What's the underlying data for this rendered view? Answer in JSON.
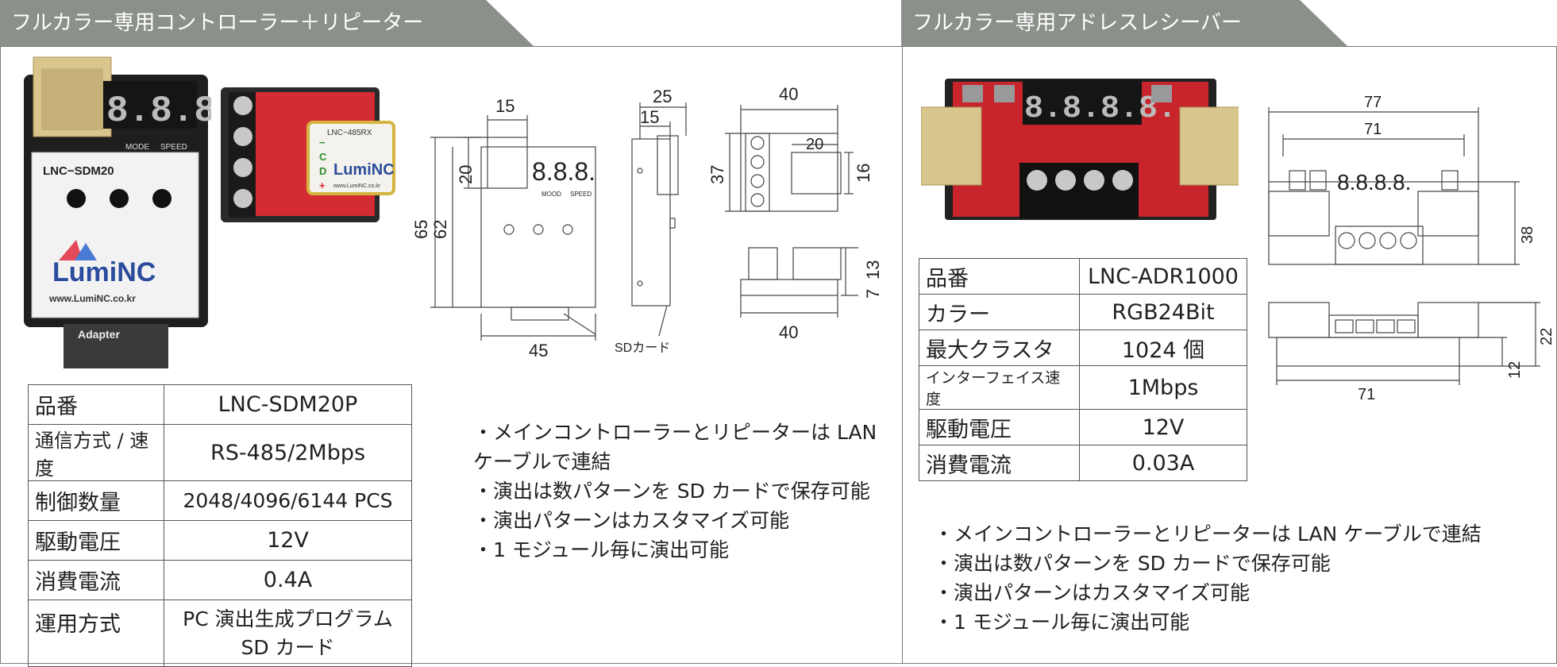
{
  "left_title": "フルカラー専用コントローラー＋リピーター",
  "right_title": "フルカラー専用アドレスレシーバー",
  "controller_photo": {
    "display": "8.8.8.",
    "mode": "MODE",
    "speed": "SPEED",
    "model": "LNC−SDM20",
    "logo": "LumiNC",
    "site": "www.LumiNC.co.kr",
    "adapter": "Adapter"
  },
  "repeater_photo": {
    "model": "LNC−485RX",
    "logo": "LumiNC",
    "site": "www.LumiNC.co.kr",
    "pins": [
      "−",
      "C",
      "D",
      "+"
    ]
  },
  "controller_drawing": {
    "dims": {
      "top": "15",
      "d20": "20",
      "d65": "65",
      "d62": "62",
      "bottom": "45",
      "side_top": "25",
      "side_15": "15"
    },
    "display": "8.8.8.",
    "mood": "MOOD",
    "speed": "SPEED",
    "sd_label": "SDカード"
  },
  "repeater_drawing": {
    "dims": {
      "top": "40",
      "d20": "20",
      "d37": "37",
      "d16": "16",
      "d13": "13",
      "d7": "7",
      "bottom": "40"
    }
  },
  "receiver_drawing": {
    "dims": {
      "w77": "77",
      "w71": "71",
      "h38": "38",
      "h22": "22",
      "h12": "12",
      "b71": "71"
    },
    "display": "8.8.8.8."
  },
  "receiver_photo": {
    "display": "8.8.8.8."
  },
  "left_specs": [
    {
      "label": "品番",
      "value": "LNC-SDM20P"
    },
    {
      "label": "通信方式 / 速度",
      "value": "RS-485/2Mbps"
    },
    {
      "label": "制御数量",
      "value": "2048/4096/6144 PCS"
    },
    {
      "label": "駆動電圧",
      "value": "12V"
    },
    {
      "label": "消費電流",
      "value": "0.4A"
    },
    {
      "label": "運用方式",
      "value": "PC 演出生成プログラム",
      "value2": "SD カード"
    }
  ],
  "right_specs": [
    {
      "label": "品番",
      "value": "LNC-ADR1000"
    },
    {
      "label": "カラー",
      "value": "RGB24Bit"
    },
    {
      "label": "最大クラスタ",
      "value": "1024 個"
    },
    {
      "label": "インターフェイス速度",
      "value": "1Mbps"
    },
    {
      "label": "駆動電圧",
      "value": "12V"
    },
    {
      "label": "消費電流",
      "value": "0.03A"
    }
  ],
  "left_bullets": [
    "・メインコントローラーとリピーターは LAN",
    "ケーブルで連結",
    "・演出は数パターンを SD カードで保存可能",
    "・演出パターンはカスタマイズ可能",
    "・1 モジュール毎に演出可能"
  ],
  "right_bullets": [
    "・メインコントローラーとリピーターは LAN ケーブルで連結",
    "・演出は数パターンを SD カードで保存可能",
    "・演出パターンはカスタマイズ可能",
    "・1 モジュール毎に演出可能"
  ]
}
